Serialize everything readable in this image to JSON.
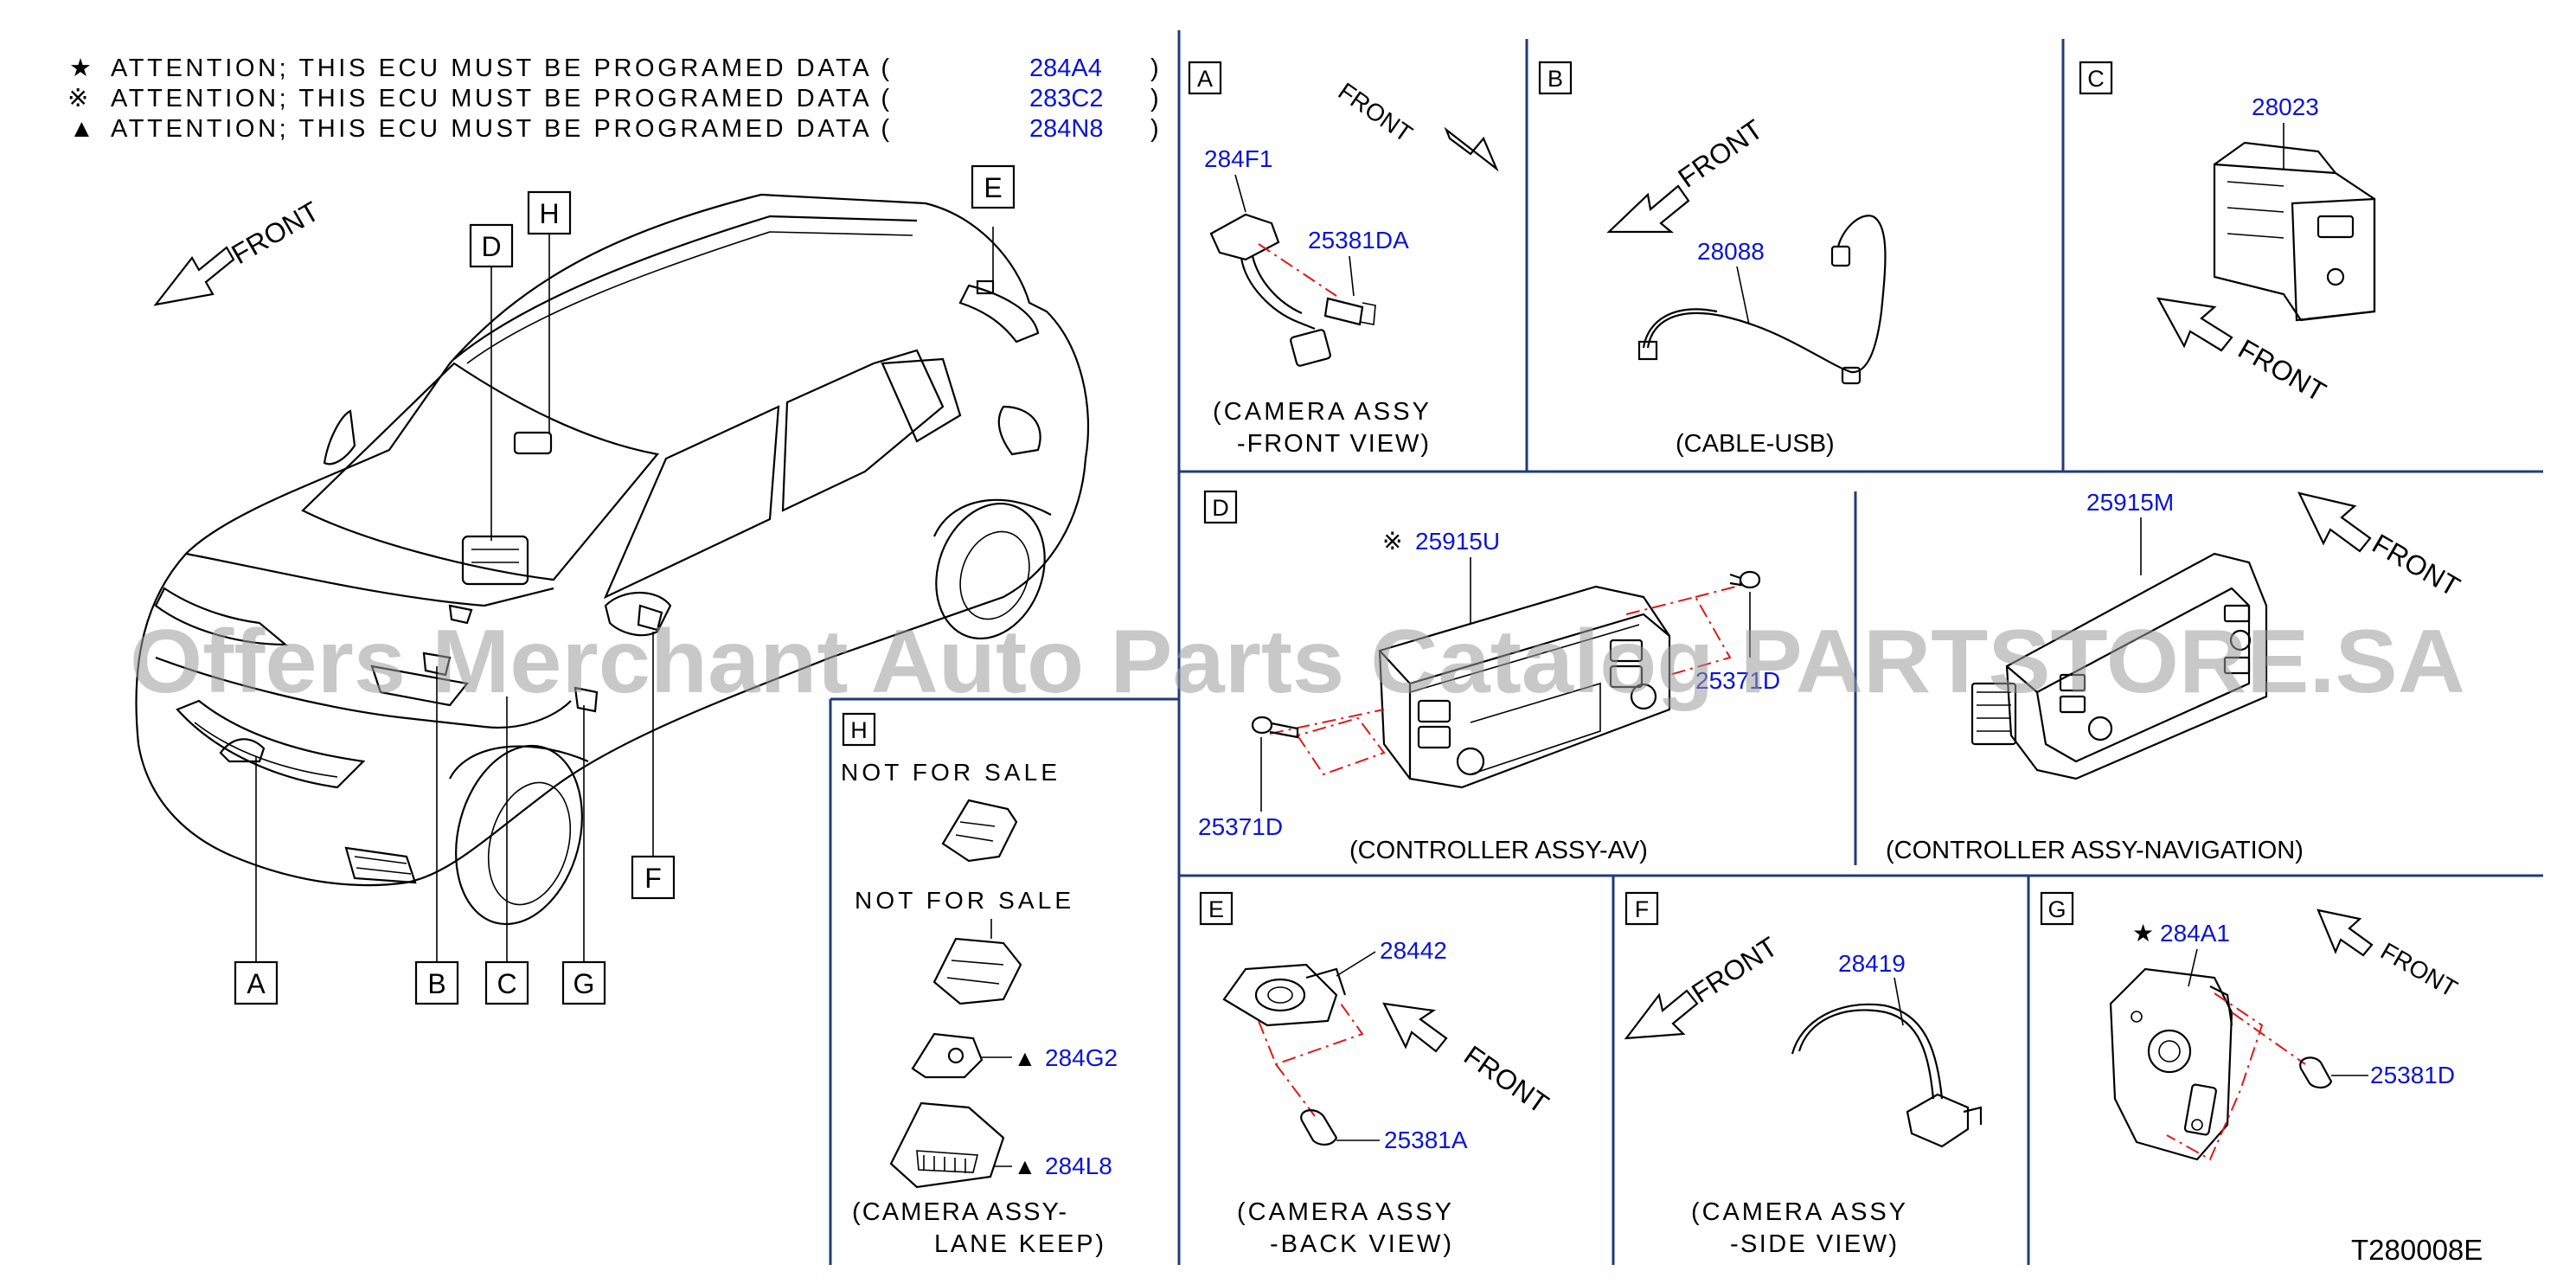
{
  "attention_notes": [
    {
      "symbol": "★",
      "text": "ATTENTION; THIS ECU MUST BE PROGRAMED DATA (",
      "code": "284A4",
      "close": ")"
    },
    {
      "symbol": "※",
      "text": "ATTENTION; THIS ECU MUST BE PROGRAMED DATA (",
      "code": "283C2",
      "close": ")"
    },
    {
      "symbol": "▲",
      "text": "ATTENTION; THIS ECU MUST BE PROGRAMED DATA (",
      "code": "284N8",
      "close": ")"
    }
  ],
  "overview": {
    "front_label": "FRONT",
    "callouts": {
      "a": "A",
      "b": "B",
      "c": "C",
      "d": "D",
      "e": "E",
      "f": "F",
      "g": "G",
      "h": "H"
    }
  },
  "panels": {
    "a": {
      "letter": "A",
      "front": "FRONT",
      "part1": "284F1",
      "part2": "25381DA",
      "caption1": "(CAMERA ASSY",
      "caption2": "-FRONT VIEW)"
    },
    "b": {
      "letter": "B",
      "front": "FRONT",
      "part1": "28088",
      "caption1": "(CABLE-USB)"
    },
    "c": {
      "letter": "C",
      "front": "FRONT",
      "part1": "28023"
    },
    "d": {
      "letter": "D",
      "mark": "※",
      "part1": "25915U",
      "part2": "25371D",
      "part3": "25371D",
      "caption1": "(CONTROLLER ASSY-AV)"
    },
    "d2": {
      "front": "FRONT",
      "part1": "25915M",
      "caption1": "(CONTROLLER ASSY-NAVIGATION)"
    },
    "h": {
      "letter": "H",
      "nfs1": "NOT FOR SALE",
      "nfs2": "NOT FOR SALE",
      "mark": "▲",
      "part1": "284G2",
      "part2": "284L8",
      "caption1": "(CAMERA ASSY-",
      "caption2": "LANE KEEP)"
    },
    "e": {
      "letter": "E",
      "front": "FRONT",
      "part1": "28442",
      "part2": "25381A",
      "caption1": "(CAMERA ASSY",
      "caption2": "-BACK VIEW)"
    },
    "f": {
      "letter": "F",
      "front": "FRONT",
      "part1": "28419",
      "caption1": "(CAMERA ASSY",
      "caption2": "-SIDE VIEW)"
    },
    "g": {
      "letter": "G",
      "front": "FRONT",
      "mark": "★",
      "part1": "284A1",
      "part2": "25381D"
    }
  },
  "diagram_code": "T280008E",
  "watermark": "Offers Merchant Auto Parts Catalog PARTSTORE.SA"
}
